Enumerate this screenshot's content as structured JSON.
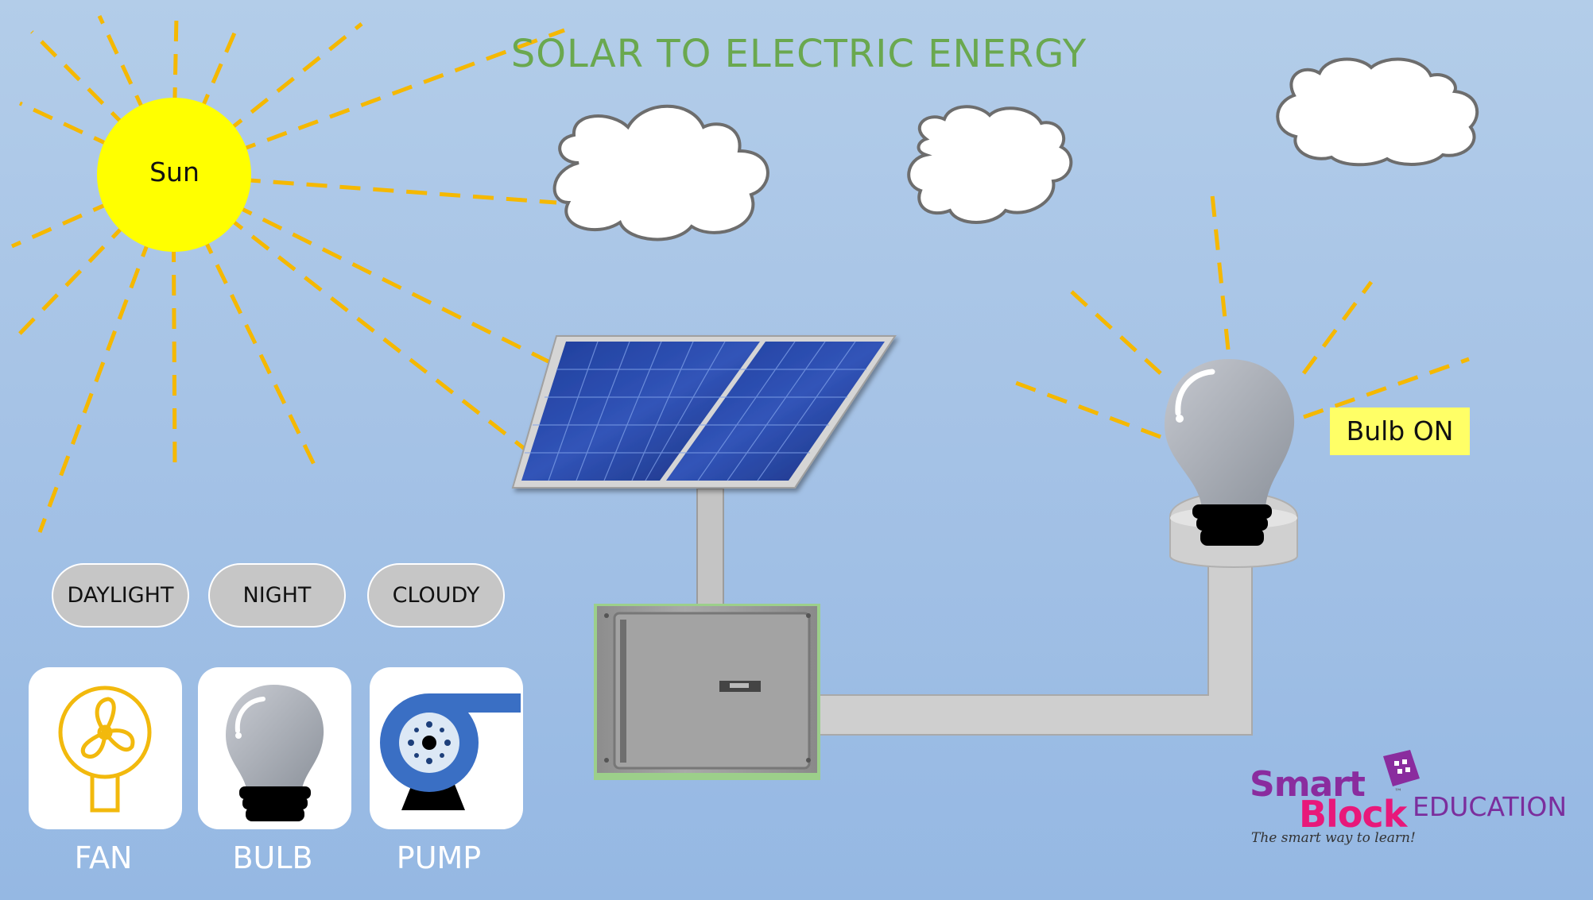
{
  "title": "SOLAR TO ELECTRIC ENERGY",
  "sun_label": "Sun",
  "bulb_status": "Bulb ON",
  "mode_buttons": [
    {
      "label": "DAYLIGHT"
    },
    {
      "label": "NIGHT"
    },
    {
      "label": "CLOUDY"
    }
  ],
  "appliances": [
    {
      "label": "FAN",
      "icon": "fan-icon"
    },
    {
      "label": "BULB",
      "icon": "bulb-icon"
    },
    {
      "label": "PUMP",
      "icon": "pump-icon"
    }
  ],
  "logo": {
    "word1": "Smart",
    "word2": "Block",
    "trademark": "™",
    "suffix": "EDUCATION",
    "tagline": "The smart way to learn!"
  },
  "colors": {
    "sky": "#a6c3e6",
    "sun": "#ffff00",
    "rays": "#f5b800",
    "title": "#6aa84f",
    "status_bg": "#ffff66",
    "button_bg": "#c6c6c6",
    "fan_icon": "#f2b90d",
    "pump_icon": "#3a6fc4"
  }
}
